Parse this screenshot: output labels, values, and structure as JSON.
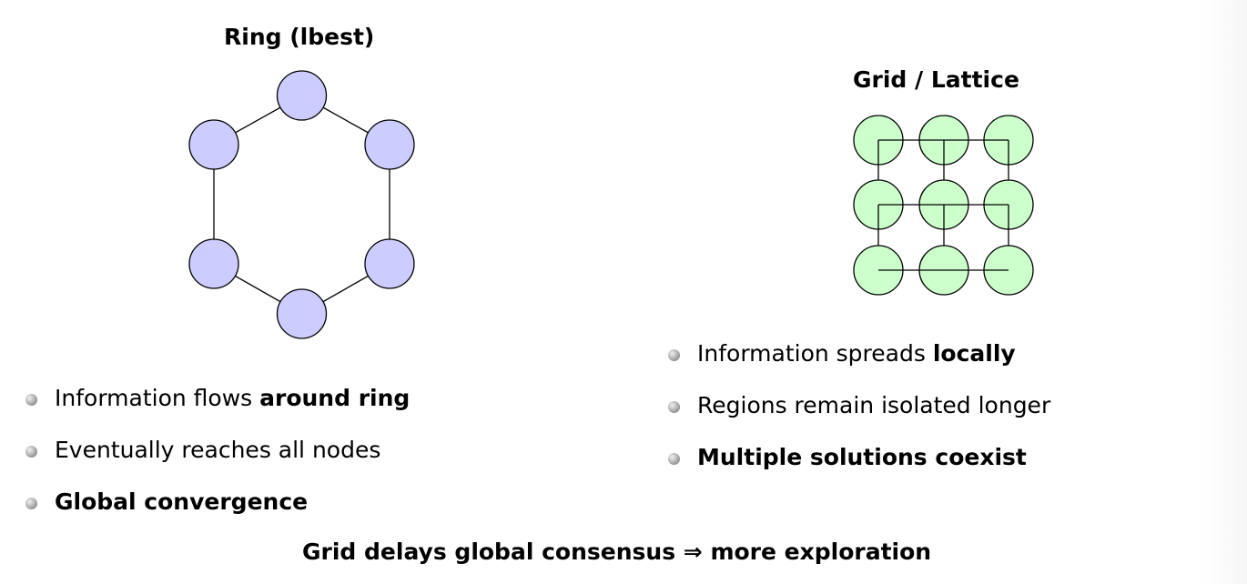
{
  "ring": {
    "title": "Ring (lbest)",
    "node_color": "#ccccff",
    "node_count": 6,
    "bullets": [
      {
        "normal": "Information flows ",
        "bold": "around ring"
      },
      {
        "normal": "Eventually reaches all nodes",
        "bold": ""
      },
      {
        "normal": "",
        "bold": "Global convergence"
      }
    ]
  },
  "grid": {
    "title": "Grid / Lattice",
    "node_color": "#ccffcc",
    "rows": 3,
    "cols": 3,
    "bullets": [
      {
        "normal": "Information spreads ",
        "bold": "locally"
      },
      {
        "normal": "Regions remain isolated longer",
        "bold": ""
      },
      {
        "normal": "",
        "bold": "Multiple solutions coexist"
      }
    ]
  },
  "conclusion": "Grid delays global consensus ⇒ more exploration"
}
